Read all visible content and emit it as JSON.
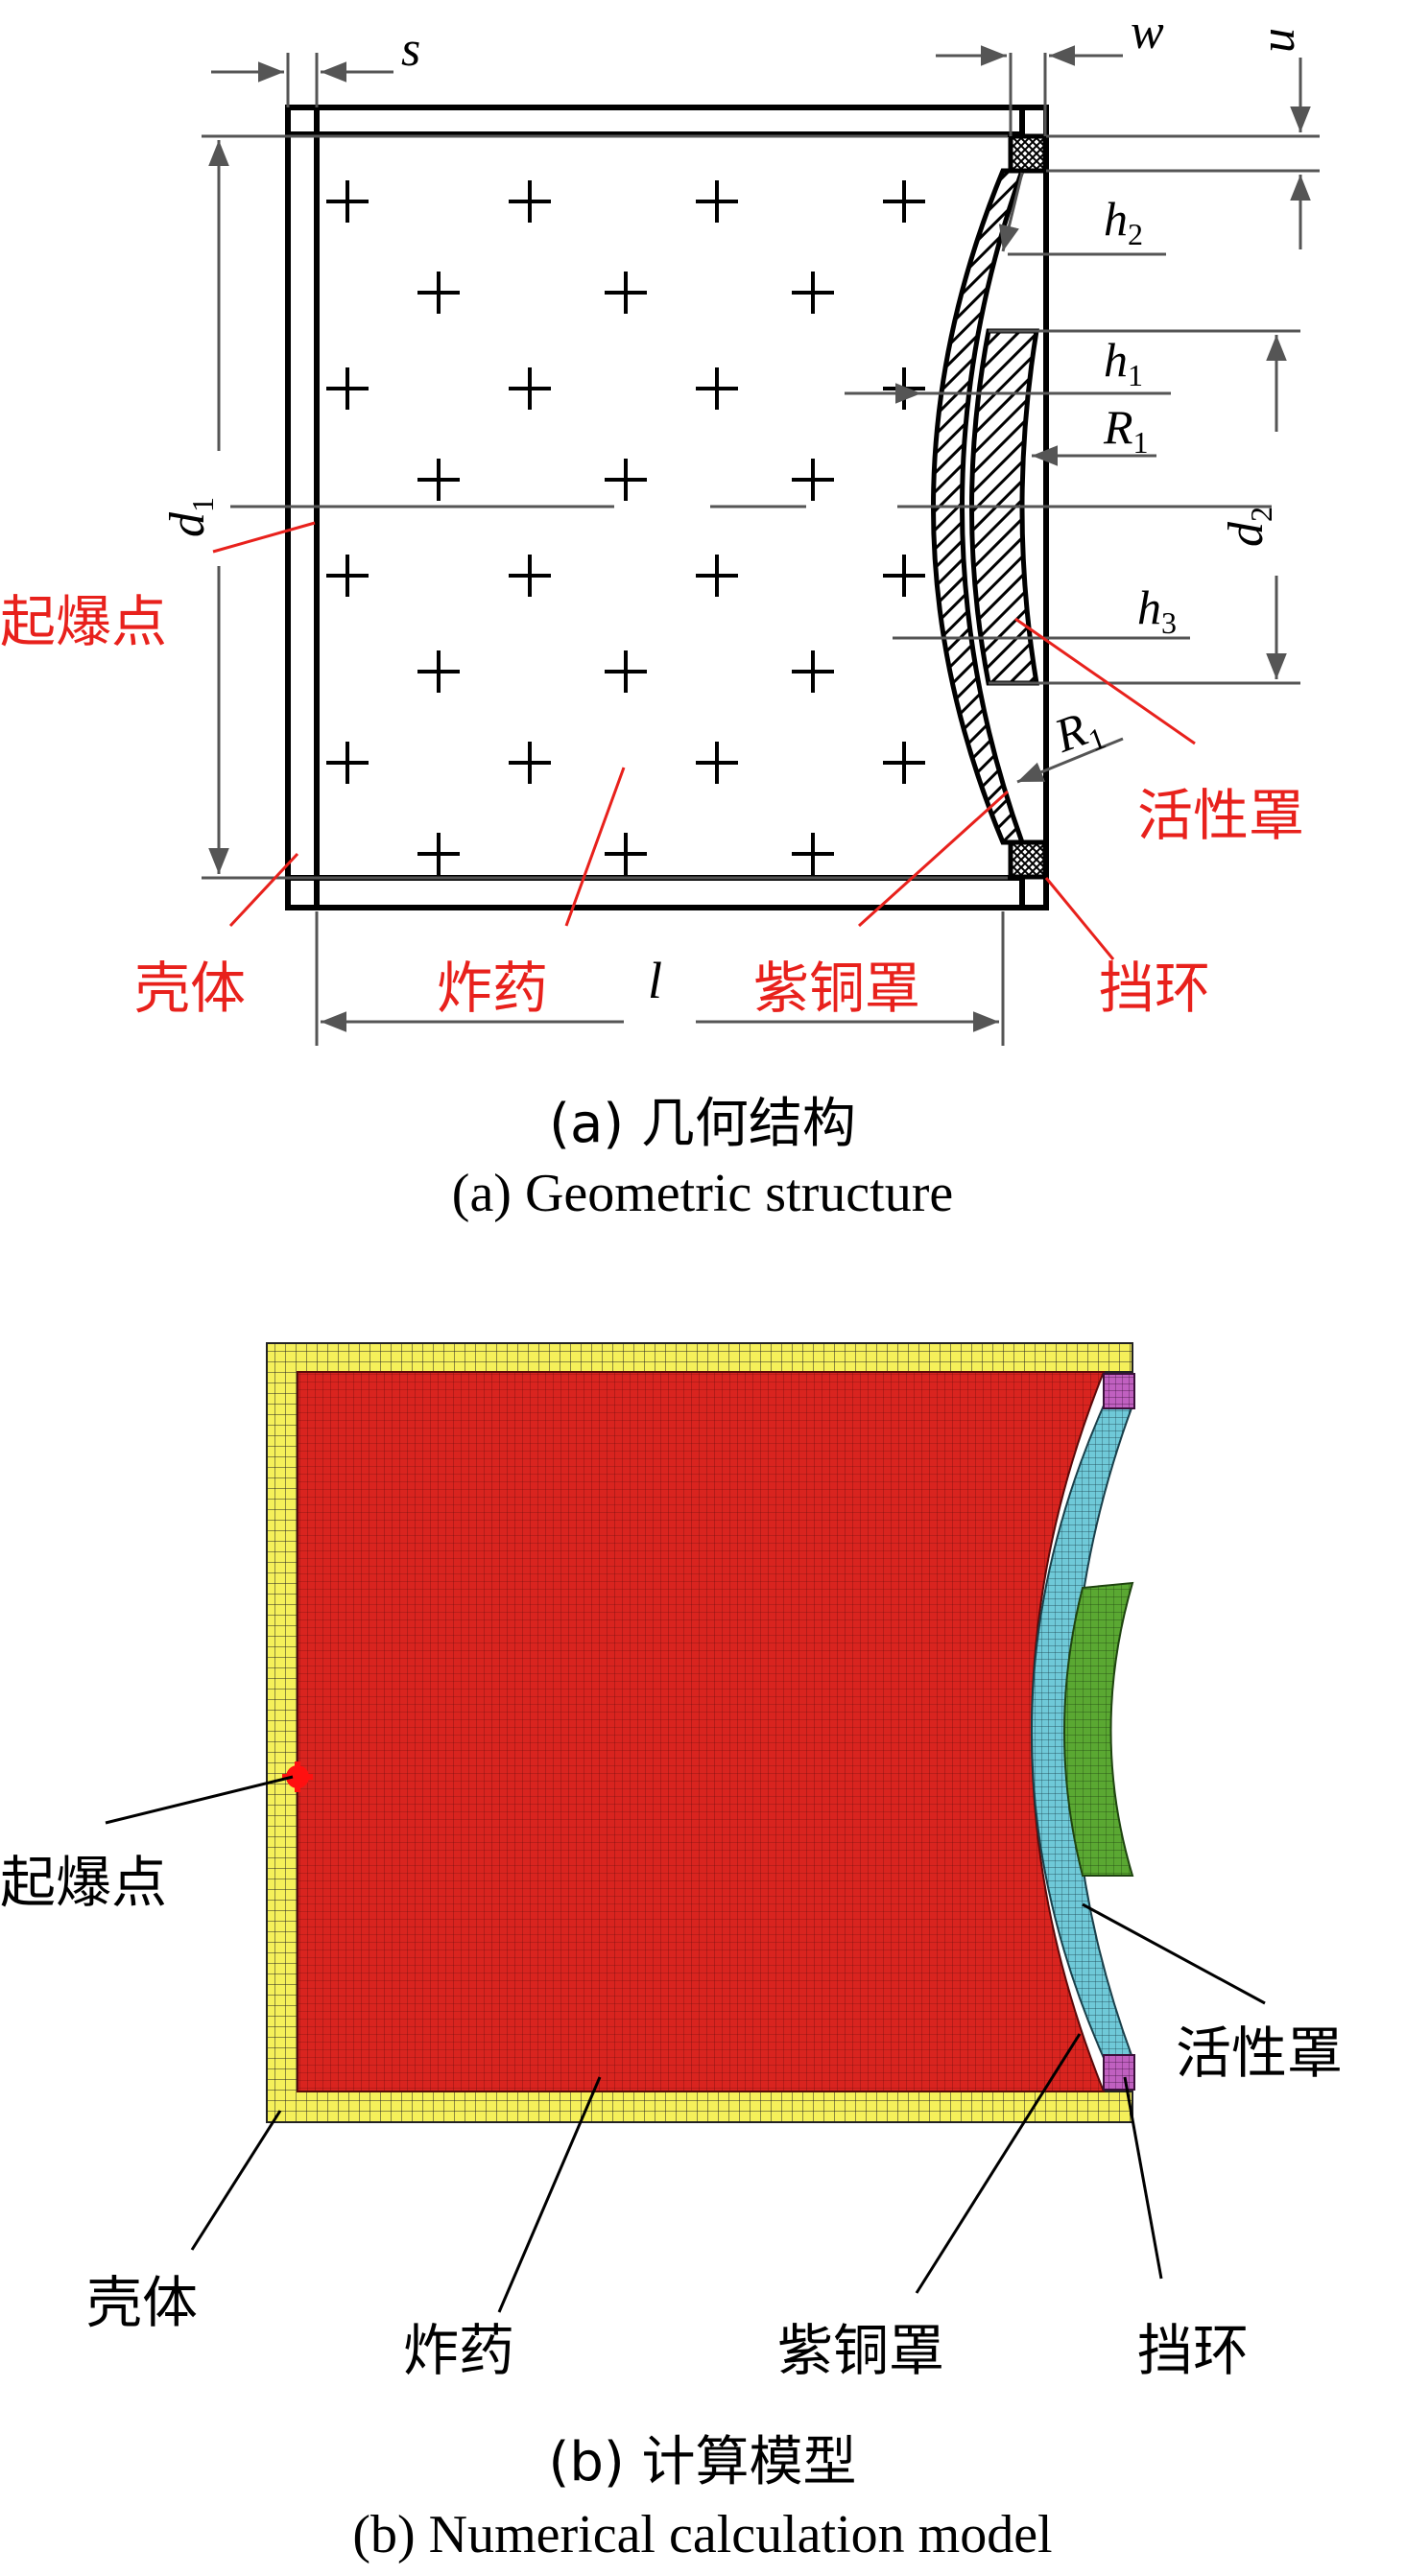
{
  "panel_a": {
    "dims": {
      "s": "s",
      "w": "w",
      "u": "u",
      "h1": "h",
      "h1_sub": "1",
      "h2": "h",
      "h2_sub": "2",
      "h3": "h",
      "h3_sub": "3",
      "R1a": "R",
      "R1a_sub": "1",
      "R1b": "R",
      "R1b_sub": "1",
      "d1": "d",
      "d1_sub": "1",
      "d2": "d",
      "d2_sub": "2",
      "l": "l"
    },
    "labels": {
      "detonation": "起爆点",
      "shell": "壳体",
      "explosive": "炸药",
      "copper_liner": "紫铜罩",
      "active_liner": "活性罩",
      "retaining_ring": "挡环"
    },
    "caption_cn": "(a) 几何结构",
    "caption_en": "(a) Geometric structure"
  },
  "panel_b": {
    "labels": {
      "detonation": "起爆点",
      "shell": "壳体",
      "explosive": "炸药",
      "copper_liner": "紫铜罩",
      "active_liner": "活性罩",
      "retaining_ring": "挡环"
    },
    "caption_cn": "(b) 计算模型",
    "caption_en": "(b) Numerical calculation model",
    "colors": {
      "shell": "#f5f05a",
      "explosive": "#d9241f",
      "copper_liner": "#6fc9d8",
      "active_liner": "#5aa832",
      "retaining_ring": "#c060c0",
      "detonation": "#ff1010"
    }
  }
}
